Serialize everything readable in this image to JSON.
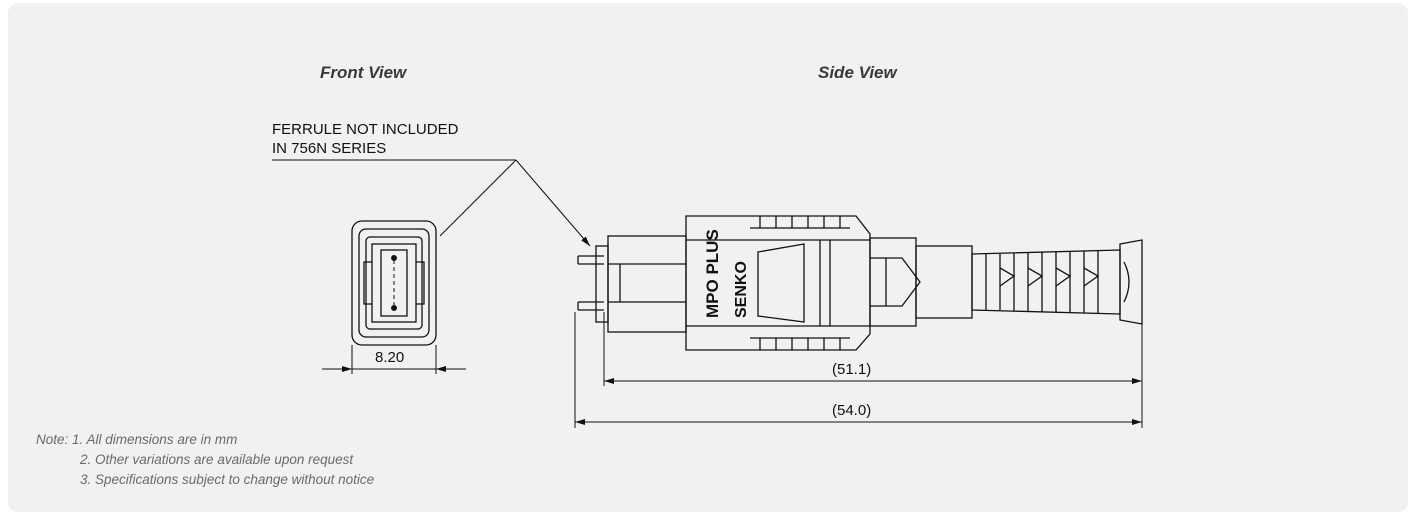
{
  "views": {
    "front_title": "Front View",
    "side_title": "Side View"
  },
  "callout": {
    "line1": "FERRULE NOT INCLUDED",
    "line2": "IN 756N SERIES"
  },
  "dimensions": {
    "front_width": "8.20",
    "side_length_inner": "(51.1)",
    "side_length_overall": "(54.0)"
  },
  "branding": {
    "product_mark": "MPO PLUS",
    "manufacturer": "SENKO"
  },
  "notes": {
    "line1": "Note: 1. All dimensions are in mm",
    "line2": "2. Other variations are available upon request",
    "line3": "3. Specifications subject to change without notice"
  }
}
